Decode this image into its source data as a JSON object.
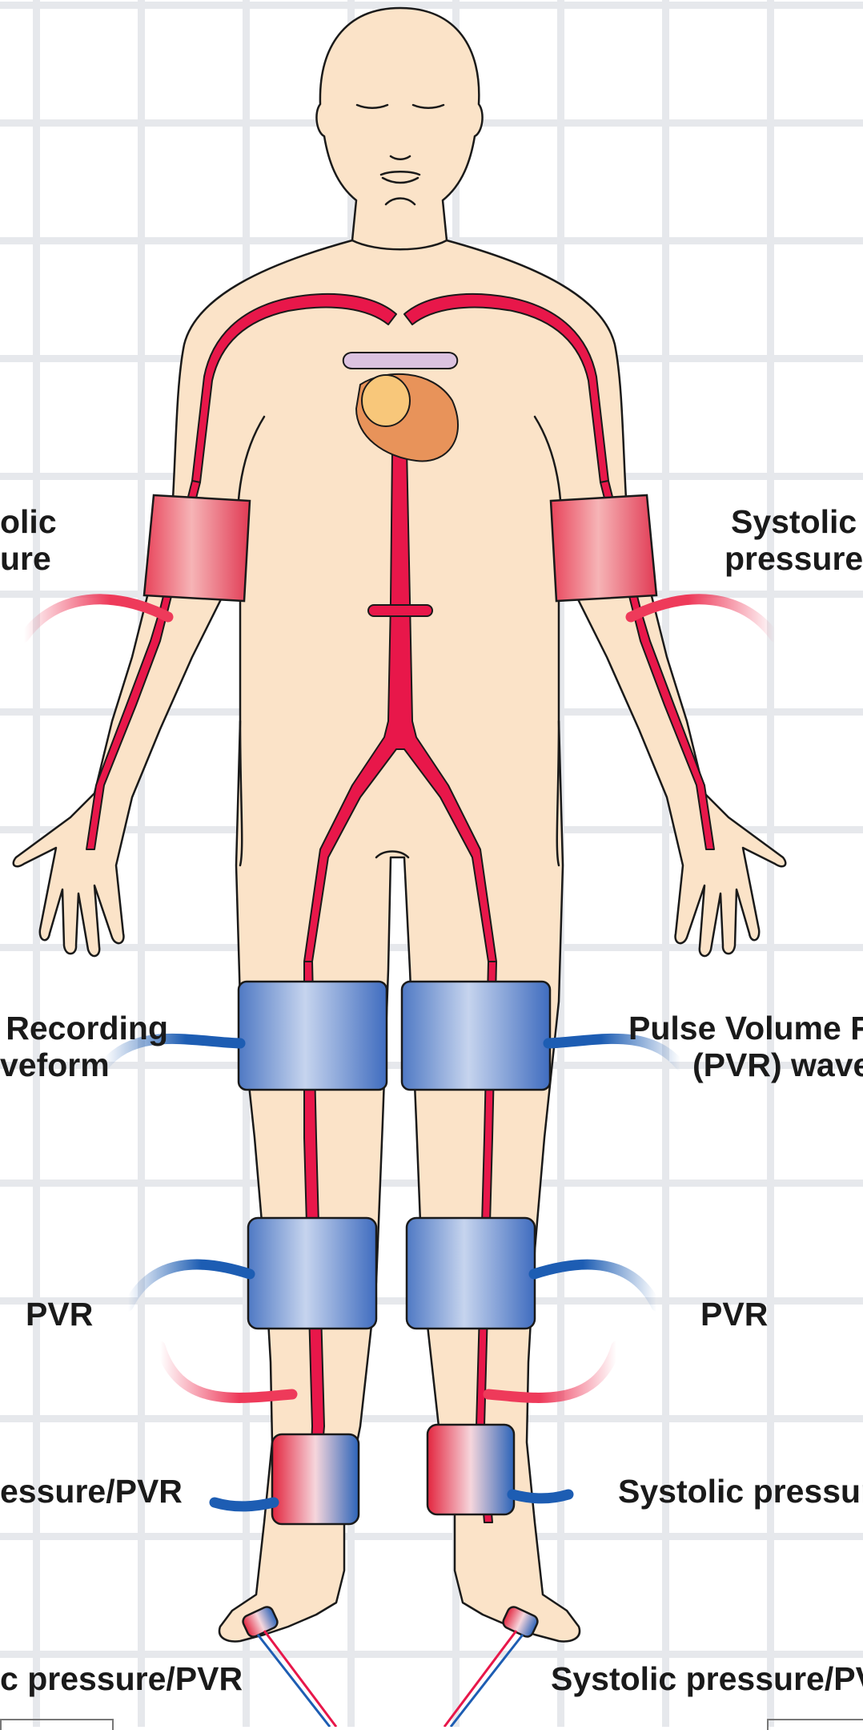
{
  "labels": {
    "arm_left": [
      "olic",
      "ure"
    ],
    "arm_right": [
      "Systolic",
      "pressure"
    ],
    "thigh_left": [
      "Recording",
      "veform"
    ],
    "thigh_right": [
      "Pulse Volume R",
      "(PVR) wave"
    ],
    "calf_left": "PVR",
    "calf_right": "PVR",
    "ankle_left": "essure/PVR",
    "ankle_right": "Systolic pressur",
    "toe_left": "c pressure/PVR",
    "toe_right": "Systolic pressure/PV"
  },
  "colors": {
    "skin": "#fbe3c8",
    "artery": "#e8174a",
    "pressure_cuff": "#f08a93",
    "pvr_cuff": "#7f9ed4",
    "pressure_line": "#ee3a5a",
    "pvr_line": "#1d5db3",
    "heart": "#e8935a",
    "vena": "#dcc3e0",
    "grid": "#e6e8ec"
  }
}
